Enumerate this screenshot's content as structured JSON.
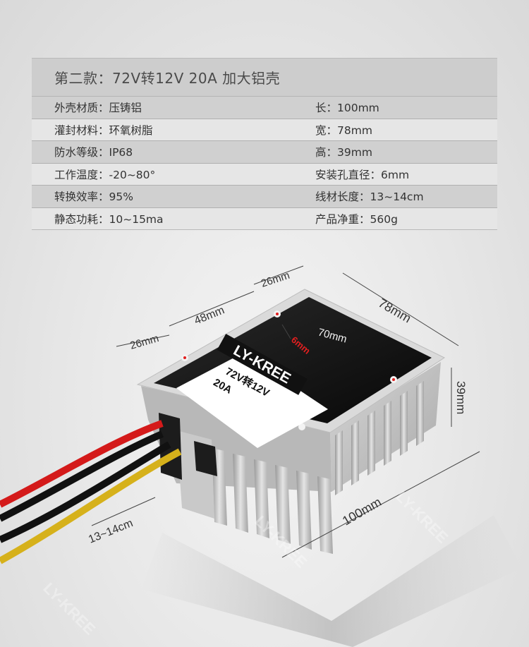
{
  "spec": {
    "header": "第二款：72V转12V 20A 加大铝壳",
    "rows": [
      {
        "left": "外壳材质：压铸铝",
        "right": "长：100mm"
      },
      {
        "left": "灌封材料：环氧树脂",
        "right": "宽：78mm"
      },
      {
        "left": "防水等级：IP68",
        "right": "高：39mm"
      },
      {
        "left": "工作温度：-20~80°",
        "right": "安装孔直径：6mm"
      },
      {
        "left": "转换效率：95%",
        "right": "线材长度：13~14cm"
      },
      {
        "left": "静态功耗：10~15ma",
        "right": "产品净重：560g"
      }
    ]
  },
  "product": {
    "label": {
      "brand": "LY-KREE",
      "line1": "72V转12V",
      "line2": "20A"
    },
    "dims": {
      "d26a": "26mm",
      "d48": "48mm",
      "d26b": "26mm",
      "d78": "78mm",
      "d70": "70mm",
      "d6": "6mm",
      "d39": "39mm",
      "d100": "100mm",
      "dcable": "13~14cm"
    },
    "watermark": "LY-KREE"
  },
  "colors": {
    "header_bg": "#cdcdcd",
    "row_shade": "#d0d0d0",
    "row_light": "#e6e6e6",
    "hole_mark": "#e11f1f"
  }
}
